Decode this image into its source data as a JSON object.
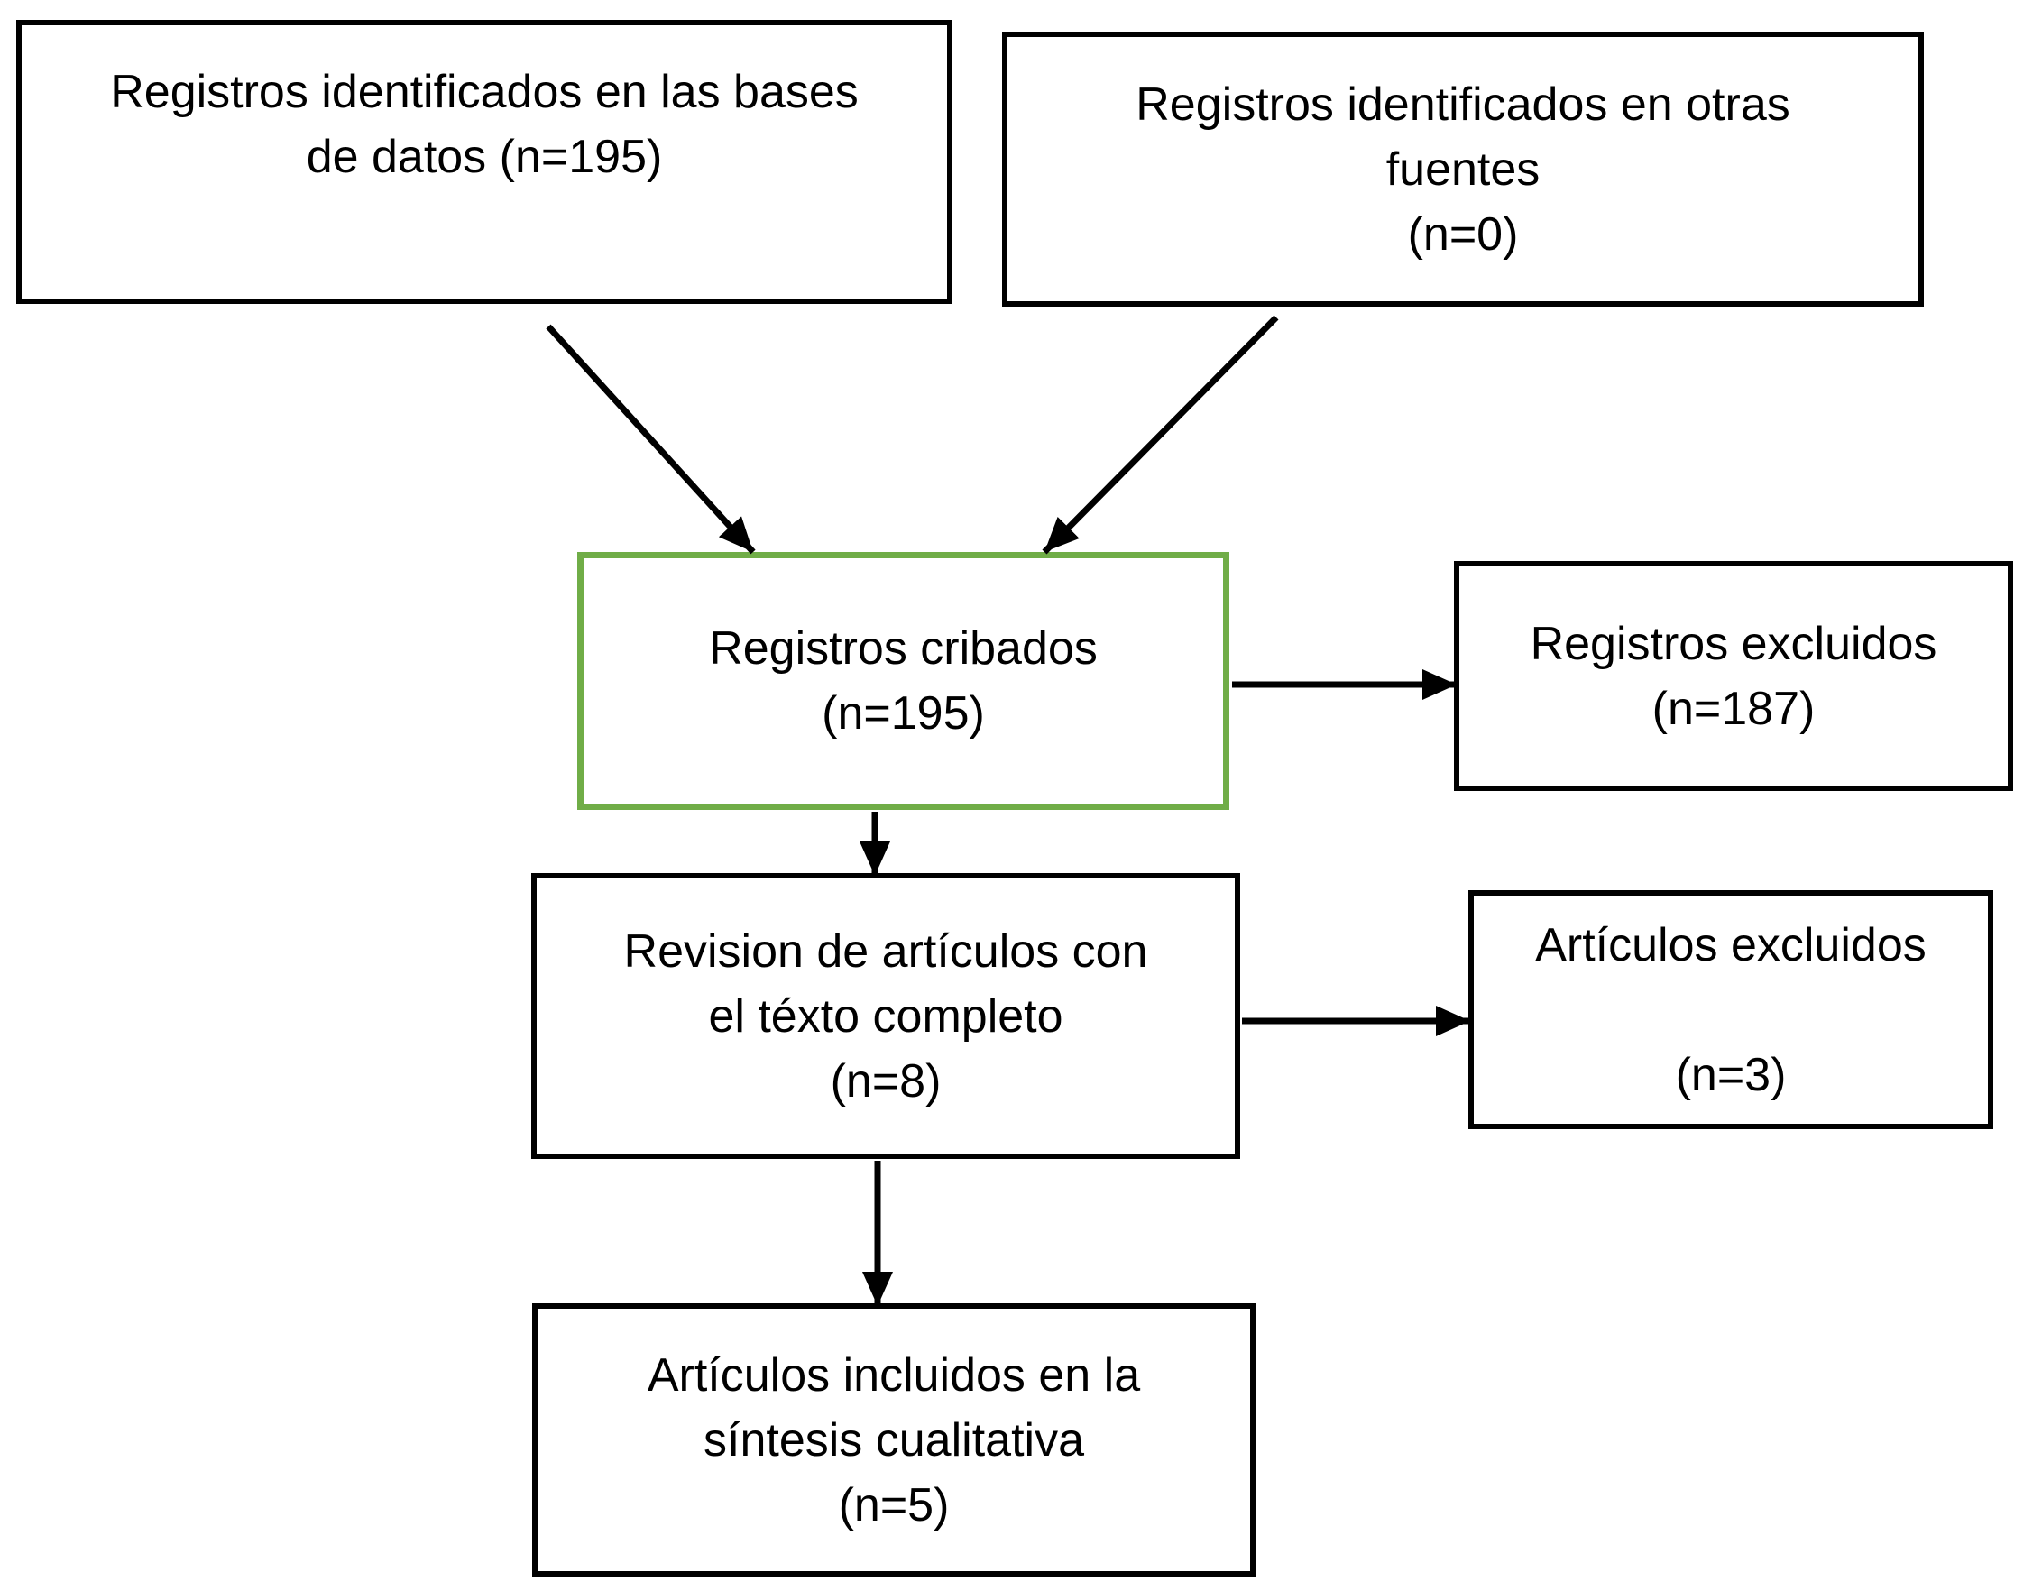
{
  "diagram": {
    "boxes": {
      "identified_databases": {
        "lines": [
          "Registros identificados en las bases",
          "de datos (n=195)"
        ]
      },
      "identified_other_sources": {
        "lines": [
          "Registros identificados en otras",
          "fuentes",
          "(n=0)"
        ]
      },
      "records_screened": {
        "lines": [
          "Registros cribados",
          "(n=195)"
        ]
      },
      "records_excluded": {
        "lines": [
          "Registros excluidos",
          "(n=187)"
        ]
      },
      "fulltext_review": {
        "lines": [
          "Revision de artículos con",
          "el téxto completo",
          "(n=8)"
        ]
      },
      "articles_excluded": {
        "lines": [
          "Artículos excluidos",
          "",
          "(n=3)"
        ]
      },
      "articles_included": {
        "lines": [
          "Artículos incluidos en la",
          "síntesis cualitativa",
          "(n=5)"
        ]
      }
    },
    "counts": {
      "identified_databases": 195,
      "identified_other_sources": 0,
      "records_screened": 195,
      "records_excluded": 187,
      "fulltext_review": 8,
      "articles_excluded": 3,
      "articles_included": 5
    },
    "colors": {
      "highlight_border": "#70AD47",
      "box_border": "#000000",
      "arrow": "#000000",
      "background": "#FFFFFF",
      "text": "#000000"
    }
  }
}
